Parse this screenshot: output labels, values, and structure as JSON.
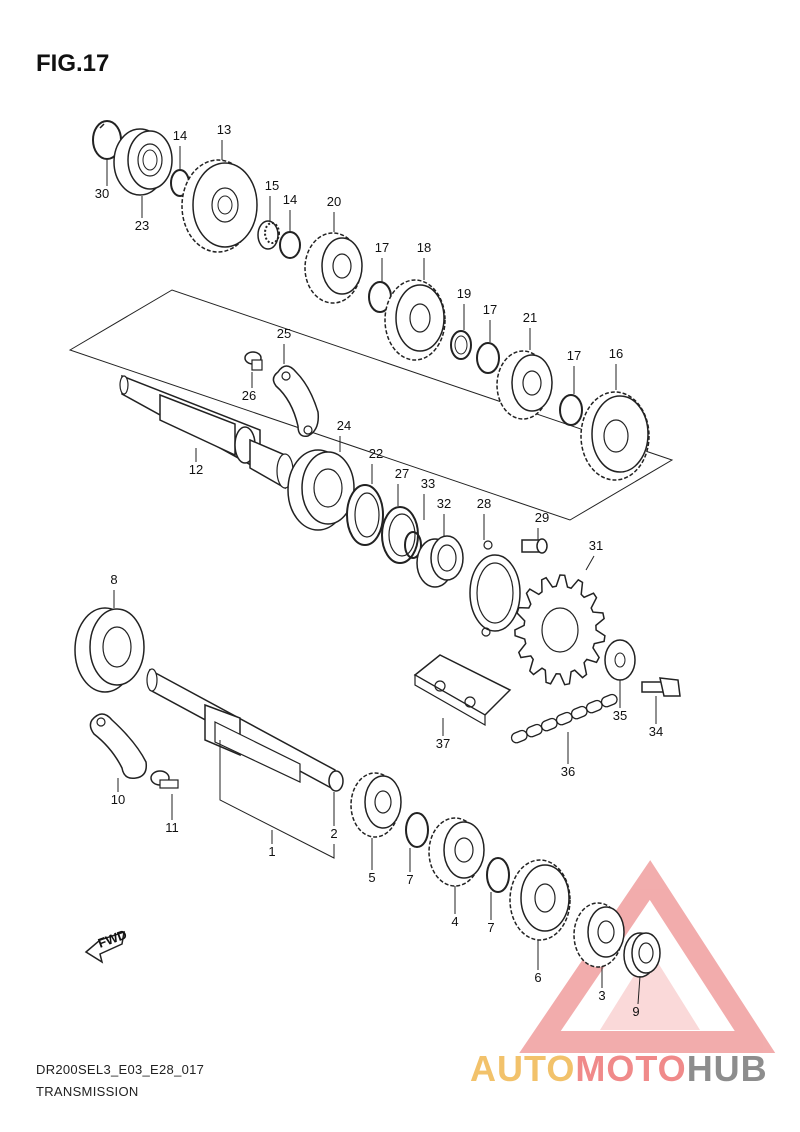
{
  "figure": {
    "title": "FIG.17"
  },
  "footer": {
    "code": "DR200SEL3_E03_E28_017",
    "subtitle": "TRANSMISSION"
  },
  "fwd_label": "FWD",
  "watermark": {
    "part1": "AUTO",
    "part2": "MOTO",
    "part3": "HUB"
  },
  "callouts": [
    "30",
    "23",
    "14",
    "13",
    "15",
    "14",
    "20",
    "17",
    "18",
    "19",
    "17",
    "21",
    "17",
    "16",
    "25",
    "26",
    "12",
    "24",
    "22",
    "27",
    "33",
    "32",
    "28",
    "29",
    "31",
    "8",
    "37",
    "35",
    "34",
    "36",
    "10",
    "11",
    "1",
    "2",
    "5",
    "7",
    "4",
    "7",
    "6",
    "3",
    "9"
  ]
}
